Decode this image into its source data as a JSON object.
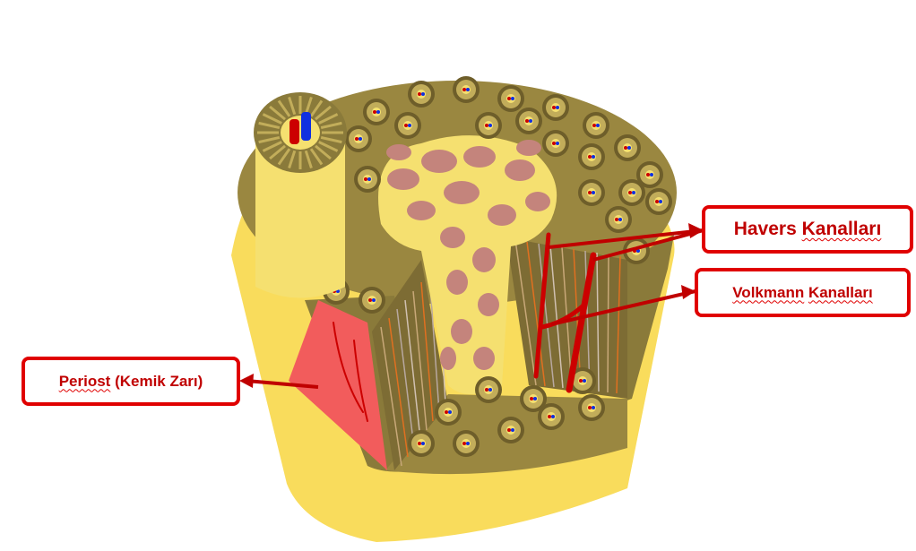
{
  "labels": {
    "havers": {
      "word1": "Havers",
      "word2": "Kanalları"
    },
    "volkmann": {
      "word1": "Volkmann",
      "word2": "Kanalları"
    },
    "periost": {
      "word1": "Periost",
      "word2": "(Kemik Zarı)"
    }
  },
  "colors": {
    "label_border": "#e00000",
    "label_text": "#c00000",
    "periosteum_yellow": "#f9dc5c",
    "compact_bone": "#9a8740",
    "spongy_bone": "#c4847c",
    "periosteum_pink": "#f25c5c",
    "vessel_red": "#cc0000",
    "vessel_blue": "#1030e0"
  }
}
